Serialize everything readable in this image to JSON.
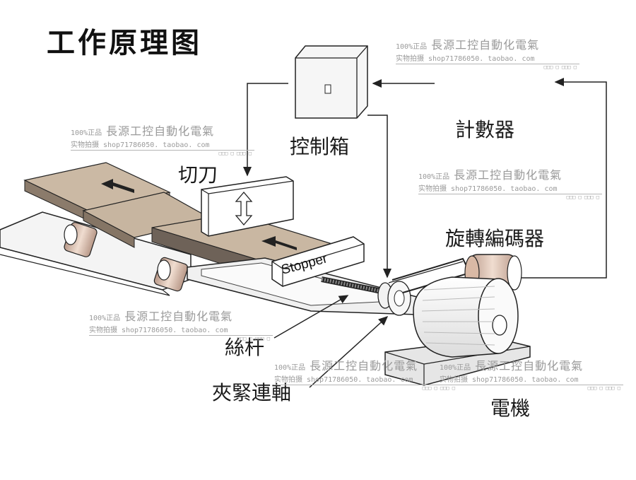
{
  "title": "工作原理图",
  "labels": {
    "controller": "控制箱",
    "counter": "計數器",
    "cutter": "切刀",
    "encoder": "旋轉編碼器",
    "screw_rod": "絲杆",
    "coupling": "夾緊連軸",
    "motor": "電機",
    "stopper": "Stopper"
  },
  "watermark": {
    "line1_small": "100%正品",
    "line1_big": "長源工控自動化電氣",
    "line2_small": "实物拍摄",
    "line2_shop": "shop71786050. taobao. com",
    "line3": "□□□ □ □□□ □"
  },
  "colors": {
    "ink": "#1a1a1a",
    "sheet_top": "#c9b7a2",
    "sheet_side": "#8a7a6a",
    "roller": "#d8c0b0",
    "watermark": "#9a9a9a"
  }
}
